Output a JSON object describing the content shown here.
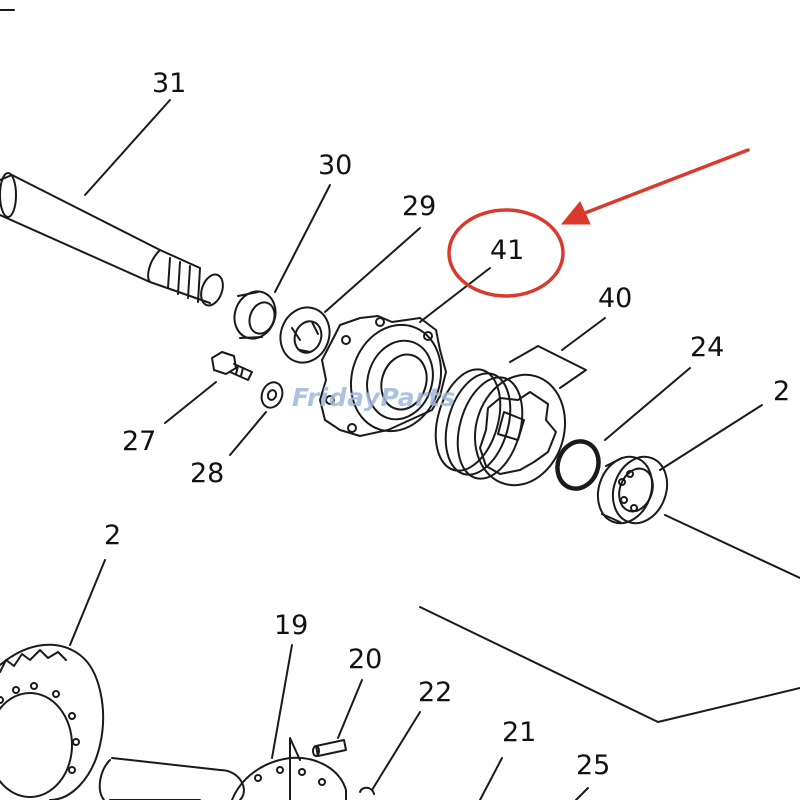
{
  "labels": {
    "p31": "31",
    "p30": "30",
    "p29": "29",
    "p41": "41",
    "p40": "40",
    "p24": "24",
    "p2a": "2",
    "p27": "27",
    "p28": "28",
    "p2b": "2",
    "p19": "19",
    "p20": "20",
    "p22": "22",
    "p21": "21",
    "p25": "25"
  },
  "watermark": "FridayParts",
  "highlight": {
    "part": "41",
    "circle_color": "#d93a2b",
    "arrow_color": "#d93a2b"
  }
}
